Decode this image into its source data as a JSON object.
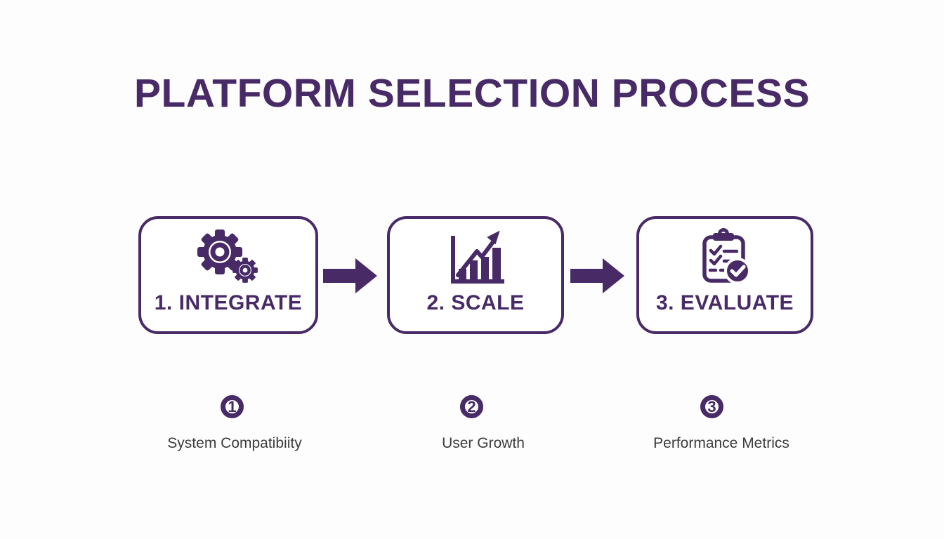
{
  "title": "PLATFORM SELECTION PROCESS",
  "colors": {
    "purple": "#472a66",
    "label_text": "#3c3c3e",
    "background": "#fdfdfd"
  },
  "steps": [
    {
      "label": "1. INTEGRATE",
      "icon": "gears-icon"
    },
    {
      "label": "2. SCALE",
      "icon": "growth-chart-icon"
    },
    {
      "label": "3. EVALUATE",
      "icon": "checklist-clipboard-icon"
    }
  ],
  "connectors": [
    {
      "icon": "right-arrow-icon"
    },
    {
      "icon": "right-arrow-icon"
    }
  ],
  "criteria": [
    {
      "number": "1",
      "label": "System Compatibiity"
    },
    {
      "number": "2",
      "label": "User Growth"
    },
    {
      "number": "3",
      "label": "Performance Metrics"
    }
  ]
}
